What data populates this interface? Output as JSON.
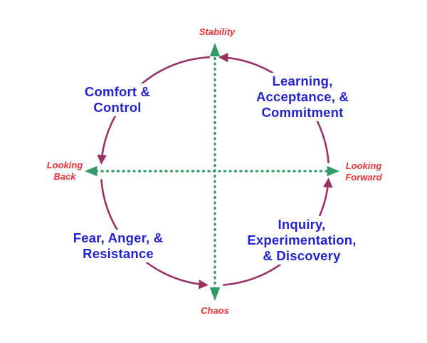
{
  "diagram": {
    "quadrants": {
      "top_left": {
        "lines": [
          "Comfort &",
          "Control"
        ]
      },
      "top_right": {
        "lines": [
          "Learning,",
          "Acceptance, &",
          "Commitment"
        ]
      },
      "bottom_left": {
        "lines": [
          "Fear, Anger, &",
          "Resistance"
        ]
      },
      "bottom_right": {
        "lines": [
          "Inquiry,",
          "Experimentation,",
          "& Discovery"
        ]
      }
    },
    "axes": {
      "top": "Stability",
      "bottom": "Chaos",
      "left": {
        "lines": [
          "Looking",
          "Back"
        ]
      },
      "right": {
        "lines": [
          "Looking",
          "Forward"
        ]
      }
    },
    "colors": {
      "axis_label": "#ED3338",
      "quadrant_label": "#2424CE",
      "arc": "#993366",
      "axis": "#339966",
      "background": "#FFFFFF"
    }
  }
}
